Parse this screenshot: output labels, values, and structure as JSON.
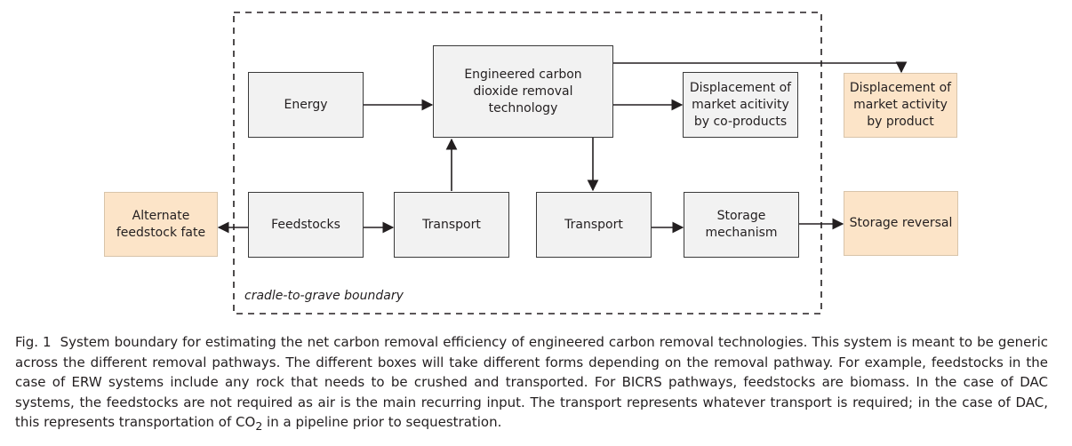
{
  "diagram": {
    "boxes": {
      "energy": "Energy",
      "technology": "Engineered carbon\ndioxide removal\ntechnology",
      "coproducts": "Displacement of\nmarket acitivity\nby co-products",
      "displacement_product": "Displacement of\nmarket activity\nby product",
      "alternate_fate": "Alternate\nfeedstock fate",
      "feedstocks": "Feedstocks",
      "transport_in": "Transport",
      "transport_out": "Transport",
      "storage": "Storage\nmechanism",
      "storage_reversal": "Storage reversal"
    },
    "boundary_label": "cradle-to-grave boundary",
    "colors": {
      "inside_box": "#f2f2f2",
      "outside_box": "#fce4c8",
      "line": "#231f20"
    }
  },
  "caption": {
    "label": "Fig. 1",
    "text_before": "System boundary for estimating the net carbon removal efficiency of engineered carbon removal technologies. This system is meant to be generic across the different removal pathways. The different boxes will take different forms depending on the removal pathway. For example, feedstocks in the case of ERW systems include any rock that needs to be crushed and transported. For BICRS pathways, feedstocks are biomass. In the case of DAC systems, the feedstocks are not required as air is the main recurring input. The transport represents whatever transport is required; in the case of DAC, this represents transportation of CO",
    "subscript": "2",
    "text_after": " in a pipeline prior to sequestration."
  }
}
